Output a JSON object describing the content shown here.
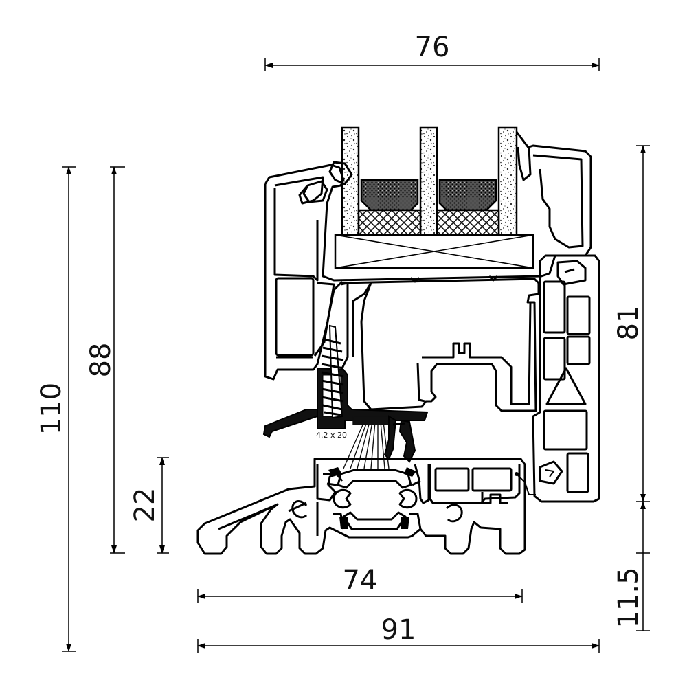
{
  "dimensions": {
    "top_width": "76",
    "total_height": "110",
    "frame_height": "88",
    "sill_height": "22",
    "sash_height": "81",
    "sill_drop": "11.5",
    "frame_depth": "74",
    "overall_depth": "91"
  },
  "screw_label": "4.2 x 20"
}
